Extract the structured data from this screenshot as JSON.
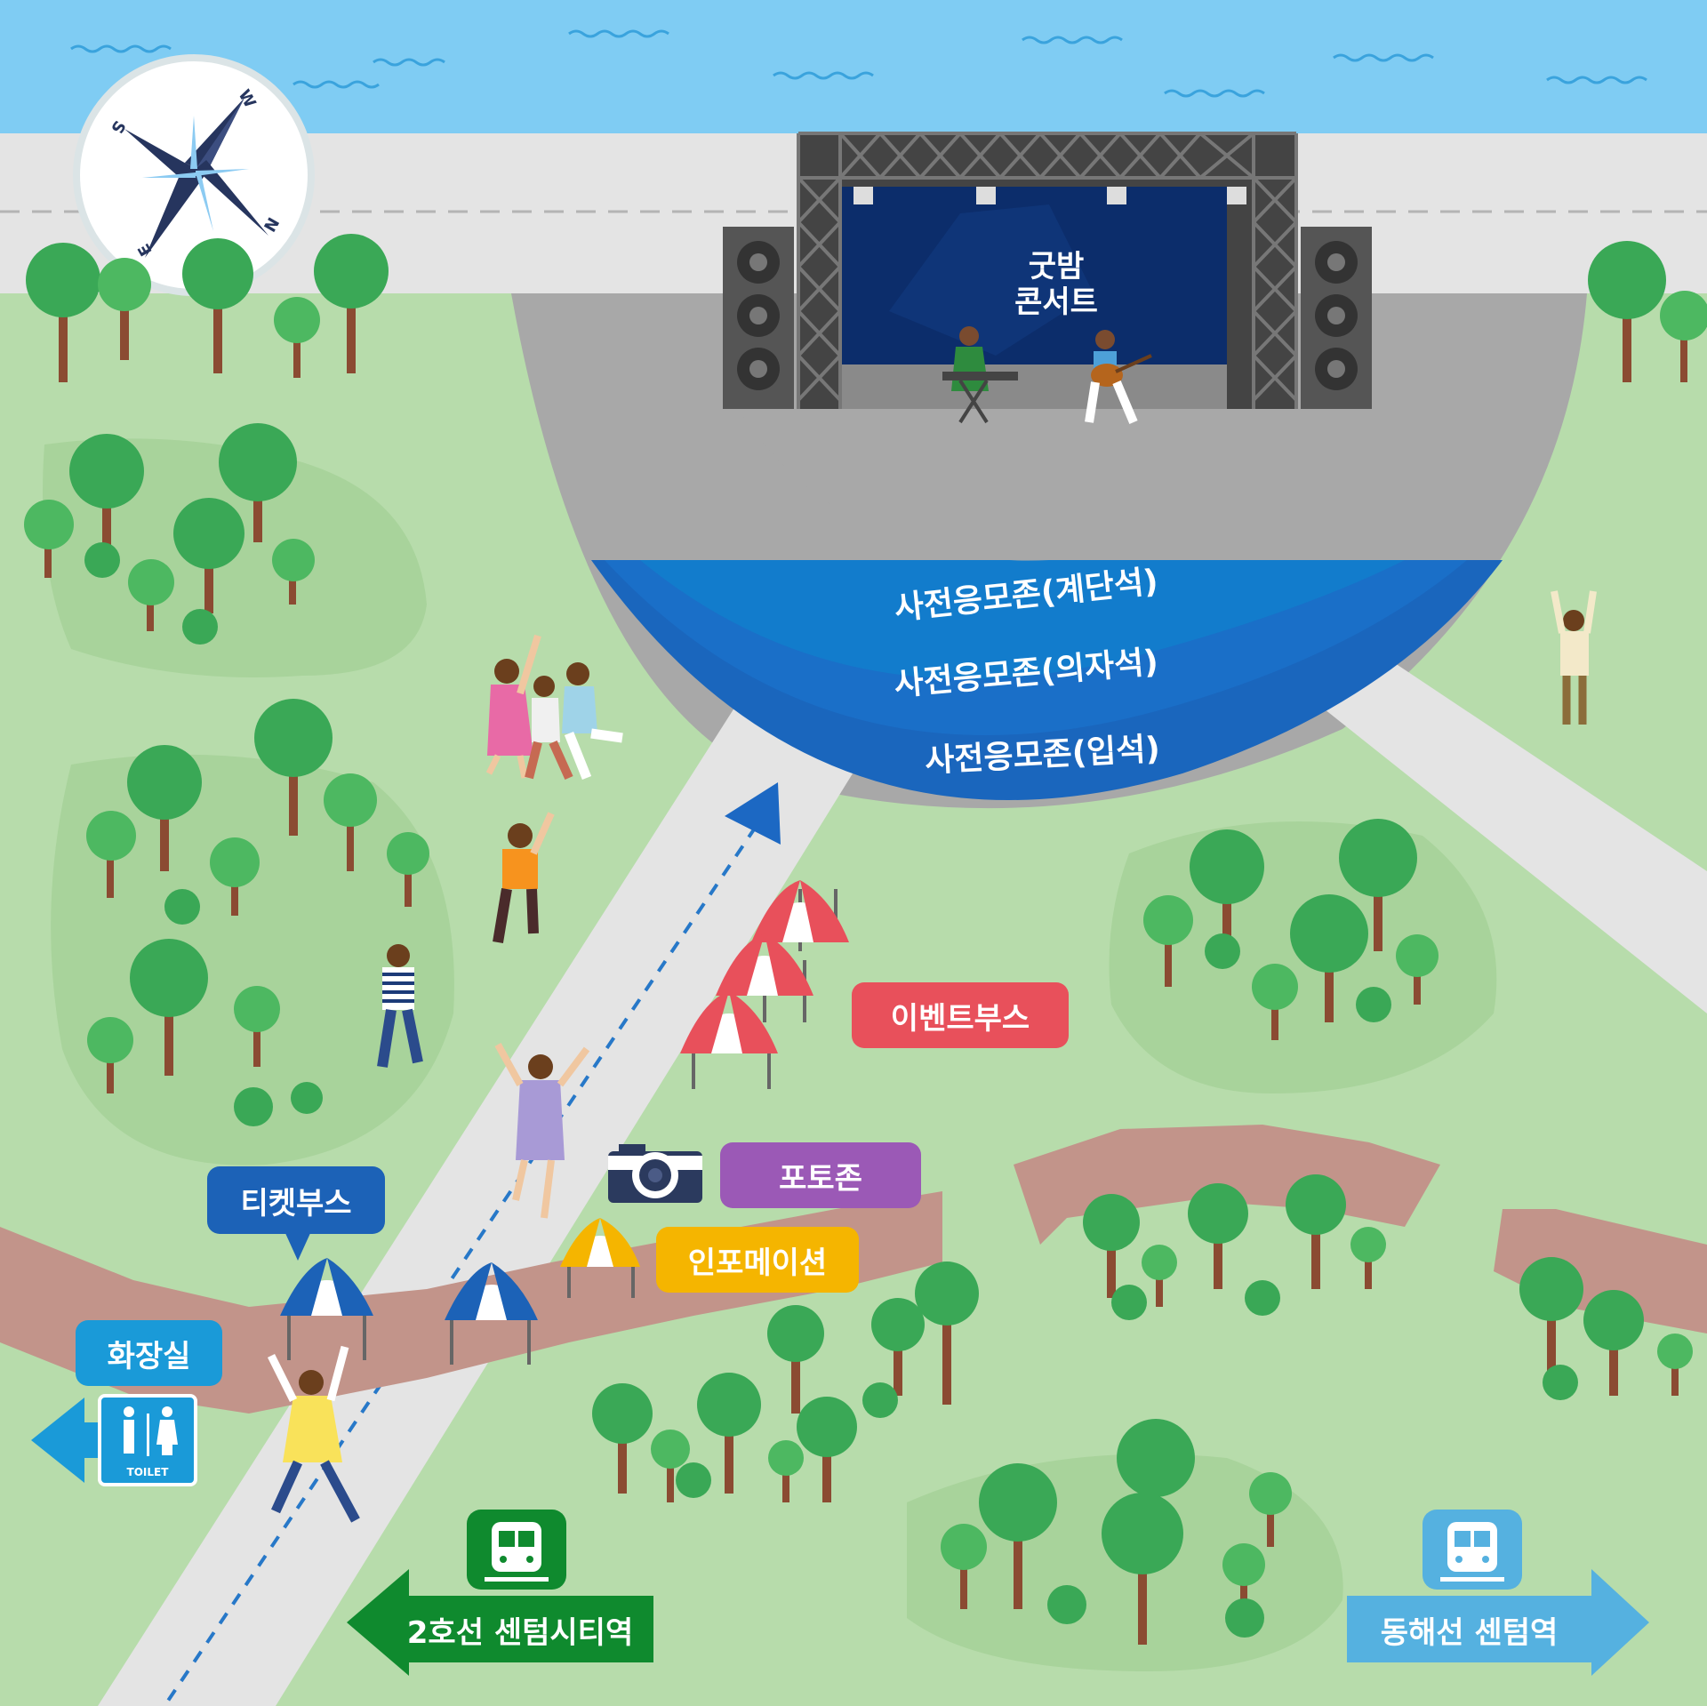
{
  "stage": {
    "title_line1": "굿밤",
    "title_line2": "콘서트"
  },
  "seating_zones": [
    {
      "label": "사전응모존(계단석)"
    },
    {
      "label": "사전응모존(의자석)"
    },
    {
      "label": "사전응모존(입석)"
    }
  ],
  "booths": {
    "event": "이벤트부스",
    "photo": "포토존",
    "info": "인포메이션",
    "ticket": "티켓부스",
    "toilet": "화장실",
    "toilet_sign": "TOILET"
  },
  "stations": {
    "line2": "2호선 센텀시티역",
    "donghae": "동해선 센텀역"
  },
  "compass": {
    "n": "N",
    "e": "E",
    "s": "S",
    "w": "W"
  },
  "colors": {
    "sky": "#7fccf3",
    "grass": "#b7dcab",
    "road": "#e4e4e4",
    "stage_blue": "#0c2d6b",
    "seat_outer": "#1a66bd",
    "seat_mid": "#1a6fc8",
    "seat_inner": "#127ccc",
    "event_red": "#e8505b",
    "photo_purple": "#9b59b6",
    "info_yellow": "#f5b500",
    "ticket_blue": "#1c62b7",
    "toilet_blue": "#1a9ad8",
    "line2_green": "#0f8a2e",
    "donghae_blue": "#55b1e0"
  }
}
